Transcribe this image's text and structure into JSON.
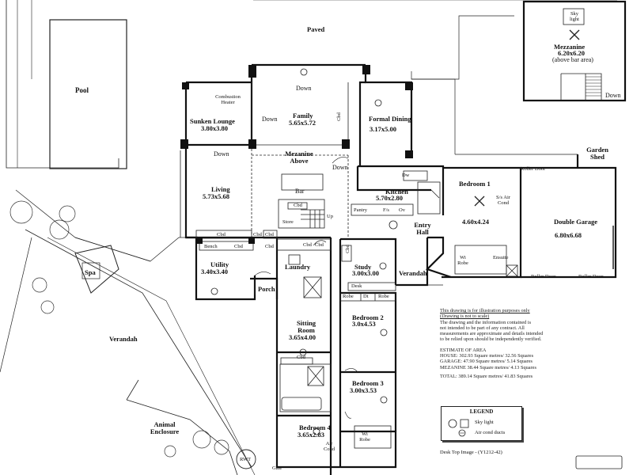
{
  "rooms": {
    "paved": "Paved",
    "pool": "Pool",
    "mezzanine": {
      "name": "Mezzanine",
      "dims": "6.20x6.20",
      "note": "(above bar area)",
      "skylight": "Sky light",
      "down": "Down"
    },
    "family": {
      "name": "Family",
      "dims": "5.65x5.72",
      "down": "Down"
    },
    "sunken_lounge": {
      "name": "Sunken Lounge",
      "dims": "3.80x3.80",
      "heater": "Combustion Heater",
      "down1": "Down",
      "down2": "Down"
    },
    "formal_dining": {
      "name": "Formal Dining",
      "dims": "3.17x5.00",
      "cbd": "Cbd"
    },
    "mezanine_above": "Mezanine Above",
    "living": {
      "name": "Living",
      "dims": "5.73x5.68"
    },
    "bar": "Bar",
    "down_kitchen": "Down",
    "kitchen": {
      "name": "Kitchen",
      "dims": "5.70x2.80",
      "dw": "Dw",
      "pantry": "Pantry",
      "fs": "F/s",
      "ov": "Ov"
    },
    "bedroom1": {
      "name": "Bedroom 1",
      "dims": "4.60x4.24",
      "aircon": "S/s Air Cond"
    },
    "garden_shed": "Garden Shed",
    "double_garage": {
      "name": "Double Garage",
      "dims": "6.80x6.68"
    },
    "roller_doors": [
      "Roller Door",
      "Roller Door",
      "Roller Door"
    ],
    "store": "Store",
    "up": "Up",
    "cbd_labels": [
      "Cbd",
      "Cbd",
      "Cbd",
      "Cbd",
      "Cbd",
      "Cbd",
      "Cbd",
      "Cbd",
      "Cbd"
    ],
    "bench": "Bench",
    "entry_hall": "Entry Hall",
    "utility": {
      "name": "Utility",
      "dims": "3.40x3.40"
    },
    "laundry": "Laundry",
    "porch": "Porch",
    "study": {
      "name": "Study",
      "dims": "3.00x3.00",
      "desk": "Desk"
    },
    "verandah_east": "Verandah",
    "wi_robe_ensuite": "Wi Robe",
    "ensuite": "Ensuite",
    "spa": "Spa",
    "verandah_west": "Verandah",
    "sitting_room": {
      "name": "Sitting Room",
      "dims": "3.65x4.00"
    },
    "bedroom2": {
      "name": "Bedroom 2",
      "dims": "3.0x4.53",
      "robe1": "Robe",
      "dt": "Dt",
      "robe2": "Robe"
    },
    "bedroom3": {
      "name": "Bedroom 3",
      "dims": "3.00x3.53"
    },
    "bedroom4": {
      "name": "Bedroom 4",
      "dims": "3.65x2.83"
    },
    "wi_robe_b4": "Wi Robe",
    "air_cond": "Air Cond",
    "animal_enclosure": "Animal Enclosure",
    "rwt": "RWT",
    "gate": "Gate"
  },
  "notes": {
    "line1": "This drawing is for illustration purposes only",
    "line2": "(Drawing is not to scale)",
    "line3": "The drawing and the information contained is",
    "line4": "not intended to be part of any contract. All",
    "line5": "measurements are approximate and details intended",
    "line6": "to be relied upon should be independently verified.",
    "estimate_title": "ESTIMATE OF AREA",
    "house": "HOUSE:  302.93 Square metres/  32.56 Squares",
    "garage": "GARAGE:  47.90 Square metres/  5.14 Squares",
    "mezanine": "MEZANINE  38.44 Square metres/  4.13 Squares",
    "total": "TOTAL:  389.14 Square metres/  41.83 Squares"
  },
  "legend": {
    "title": "LEGEND",
    "skylight": "Sky light",
    "aircon": "Air cond ducts"
  },
  "footer": "Desk Top Image -  (Y1212-42)"
}
